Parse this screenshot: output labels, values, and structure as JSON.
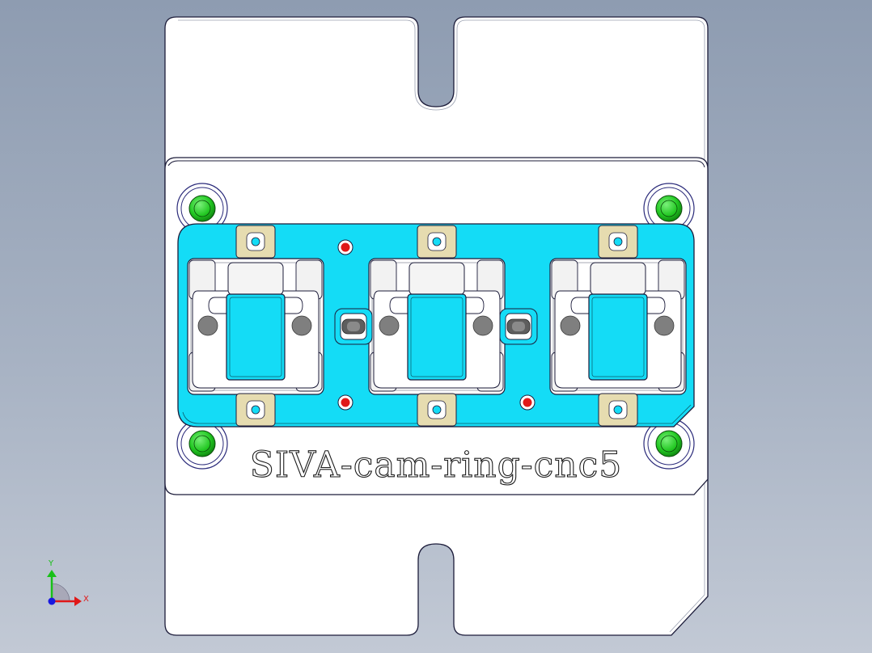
{
  "viewport": {
    "background_top": "#8e9cb1",
    "background_bottom": "#c2c9d5"
  },
  "model": {
    "engraved_label": "SIVA-cam-ring-cnc5",
    "colors": {
      "base_plate": "#ffffff",
      "outline": "#1c1c3a",
      "fixture_plate": "#14dcf6",
      "pad_fill": "#e6dcb0",
      "locator_pin": "#2ed62e",
      "red_pin": "#e01818",
      "gray_pin": "#7f7f7f"
    },
    "parts": [
      "base-plate",
      "fixture-plate",
      "clamp-block",
      "locator-pin",
      "pad",
      "screw-hole"
    ]
  },
  "triad": {
    "x_label": "X",
    "y_label": "Y",
    "x_color": "#e01818",
    "y_color": "#18c018",
    "z_color": "#1818e0"
  }
}
